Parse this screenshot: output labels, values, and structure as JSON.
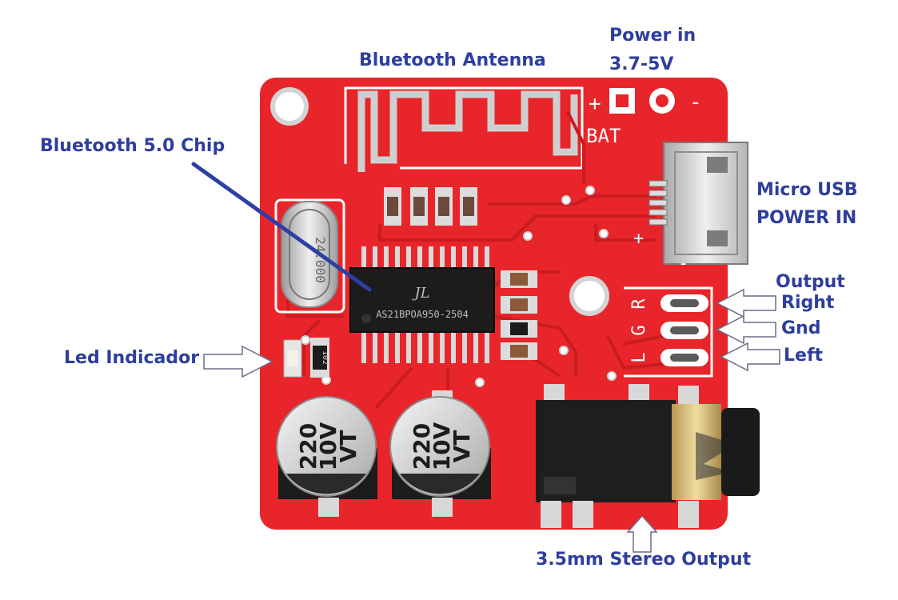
{
  "labels": {
    "bluetooth_antenna": "Bluetooth Antenna",
    "power_in_line1": "Power in",
    "power_in_line2": "3.7-5V",
    "bluetooth_chip": "Bluetooth 5.0 Chip",
    "micro_usb_line1": "Micro USB",
    "micro_usb_line2": "POWER IN",
    "output": "Output",
    "right": "Right",
    "gnd": "Gnd",
    "left": "Left",
    "led_indicator": "Led Indicador",
    "stereo_output": "3.5mm Stereo Output"
  },
  "board": {
    "silkscreen_plus": "+",
    "silkscreen_minus": "-",
    "silkscreen_bat": "BAT",
    "silkscreen_usb_plus": "+",
    "silkscreen_usb_minus": "-",
    "silkscreen_r": "R",
    "silkscreen_g": "G",
    "silkscreen_l": "L",
    "chip_marking_logo": "JL",
    "chip_marking": "AS21BPOA950-2504",
    "crystal_marking": "24.000",
    "resistor_marking": "102",
    "cap1_line1": "220",
    "cap1_line2": "10V",
    "cap1_line3": "VT",
    "cap2_line1": "220",
    "cap2_line2": "10V",
    "cap2_line3": "VT"
  },
  "colors": {
    "pcb": "#e8252a",
    "label": "#2e3e9c",
    "silkscreen": "#ffffff",
    "pad": "#d8d8d8",
    "chip": "#1c1c1c"
  }
}
